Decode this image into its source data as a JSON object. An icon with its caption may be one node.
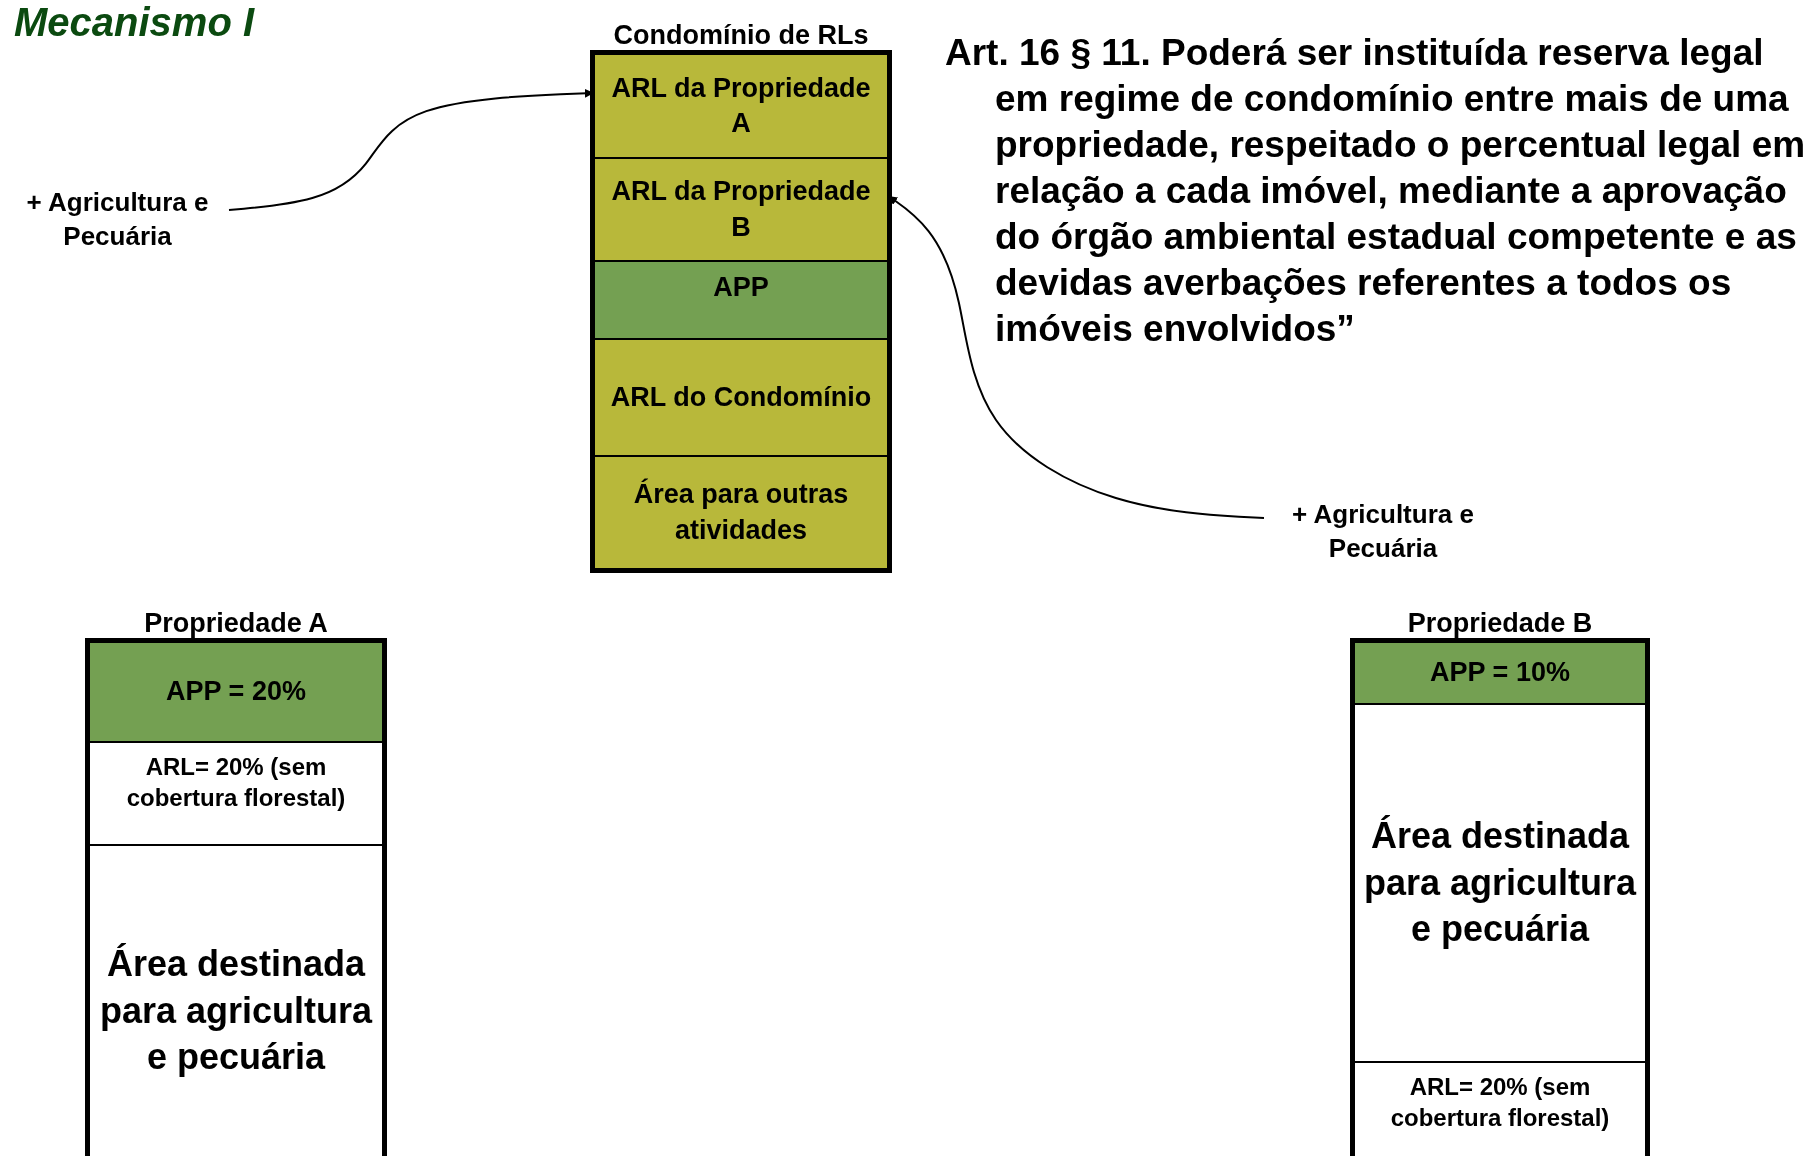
{
  "diagram": {
    "title": "Mecanismo I",
    "nodes": [
      {
        "text": [
          "Condomínio de RLs"
        ]
      },
      {
        "text": [
          "ARL da Propriedade A"
        ],
        "in": 0
      },
      {
        "text": [
          "ARL da Propriedade B"
        ],
        "in": 0
      },
      {
        "text": [
          "APP"
        ],
        "in": 0
      },
      {
        "text": [
          "ARL do Condomínio"
        ],
        "in": 0
      },
      {
        "text": [
          "Área  para outras atividades"
        ],
        "in": 0
      },
      {
        "text": [
          "+ Agricultura e Pecuária"
        ]
      },
      {
        "text": [
          "+ Agricultura e Pecuária"
        ]
      },
      {
        "text": [
          "Propriedade A"
        ]
      },
      {
        "text": [
          "APP = 20%"
        ],
        "in": 8
      },
      {
        "text": [
          "ARL= 20% (sem cobertura florestal)"
        ],
        "in": 8
      },
      {
        "text": [
          "Área destinada para agricultura e pecuária"
        ],
        "in": 8
      },
      {
        "text": [
          "Propriedade B"
        ]
      },
      {
        "text": [
          "APP = 10%"
        ],
        "in": 12
      },
      {
        "text": [
          "Área destinada para agricultura e pecuária"
        ],
        "in": 12
      },
      {
        "text": [
          "ARL= 20% (sem cobertura florestal)"
        ],
        "in": 12
      }
    ],
    "edges": [
      {
        "from": 6,
        "to": 1,
        "arrow": "to"
      },
      {
        "from": 7,
        "to": 2,
        "arrow": "to"
      }
    ],
    "labels": [
      "Art. 16 § 11. Poderá ser instituída reserva legal em regime de **condomínio** entre mais de uma propriedade, respeitado o percentual legal em relação a cada imóvel, mediante a aprovação do órgão ambiental estadual competente e as devidas averbações referentes a todos os imóveis envolvidos”"
    ]
  }
}
